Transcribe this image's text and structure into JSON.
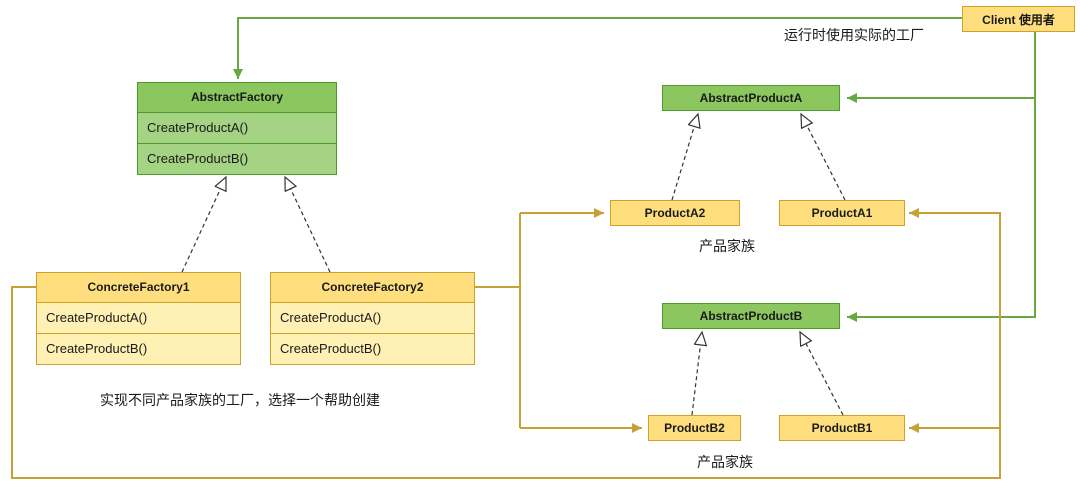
{
  "diagram": {
    "client": {
      "label": "Client 使用者"
    },
    "notes": {
      "runtime": "运行时使用实际的工厂",
      "factory_hint": "实现不同产品家族的工厂，选择一个帮助创建",
      "family_a": "产品家族",
      "family_b": "产品家族"
    },
    "classes": {
      "abstract_factory": {
        "title": "AbstractFactory",
        "methods": [
          "CreateProductA()",
          "CreateProductB()"
        ]
      },
      "concrete_factory1": {
        "title": "ConcreteFactory1",
        "methods": [
          "CreateProductA()",
          "CreateProductB()"
        ]
      },
      "concrete_factory2": {
        "title": "ConcreteFactory2",
        "methods": [
          "CreateProductA()",
          "CreateProductB()"
        ]
      }
    },
    "products": {
      "abstract_product_a": "AbstractProductA",
      "product_a2": "ProductA2",
      "product_a1": "ProductA1",
      "abstract_product_b": "AbstractProductB",
      "product_b2": "ProductB2",
      "product_b1": "ProductB1"
    },
    "colors": {
      "green_fill": "#8cc65e",
      "green_row_fill": "#a5d384",
      "green_border": "#4f9a2d",
      "green_line": "#67a940",
      "yellow_fill": "#ffdf7d",
      "yellow_row_fill": "#fff0b3",
      "yellow_border": "#cfa12b",
      "yellow_line": "#c8a136",
      "inherit_line": "#333333"
    }
  }
}
